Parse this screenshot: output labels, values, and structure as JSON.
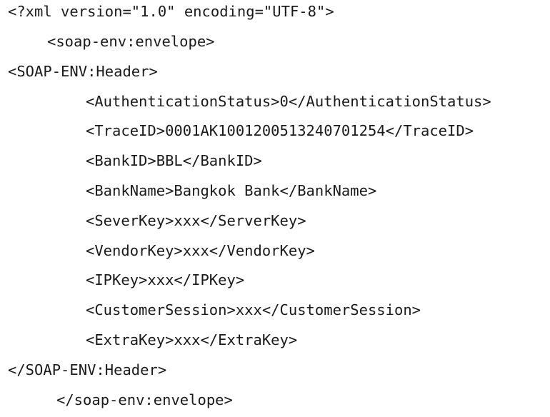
{
  "document": {
    "lines": [
      "<?xml version=\"1.0\" encoding=\"UTF-8\">",
      "<soap-env:envelope>",
      "<SOAP-ENV:Header>",
      "<AuthenticationStatus>0</AuthenticationStatus>",
      "<TraceID>0001AK1001200513240701254</TraceID>",
      "<BankID>BBL</BankID>",
      "<BankName>Bangkok Bank</BankName>",
      "<SeverKey>xxx</ServerKey>",
      "<VendorKey>xxx</VendorKey>",
      "<IPKey>xxx</IPKey>",
      "<CustomerSession>xxx</CustomerSession>",
      "<ExtraKey>xxx</ExtraKey>",
      "</SOAP-ENV:Header>",
      "</soap-env:envelope>"
    ]
  }
}
